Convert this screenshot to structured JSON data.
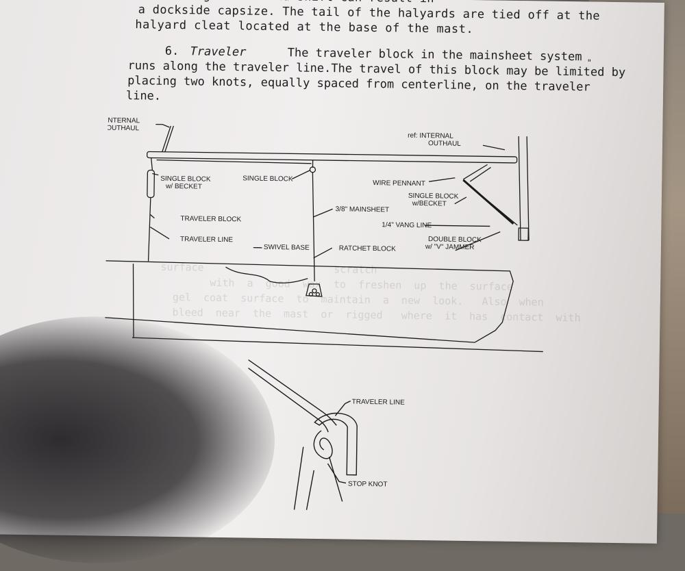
{
  "page": {
    "intro": {
      "line1": "a sudden gust of wind shift can result in",
      "line2": "a dockside capsize. The tail of the halyards are tied off at the",
      "line3": "halyard cleat located at the base of the mast."
    },
    "section": {
      "number": "6.",
      "title": "Traveler",
      "line1": "The traveler block in the mainsheet system",
      "line2": "runs along the traveler line.The travel of this block may be limited by",
      "line3": "placing two knots, equally spaced from centerline, on the traveler",
      "line4": "line."
    },
    "margin_mark": "\""
  },
  "diagram": {
    "labels": {
      "ref_internal_outhaul_left_1": "ref: INTERNAL",
      "ref_internal_outhaul_left_2": "OUTHAUL",
      "ref_internal_outhaul_right_1": "ref: INTERNAL",
      "ref_internal_outhaul_right_2": "OUTHAUL",
      "single_block_becket_1": "SINGLE BLOCK",
      "single_block_becket_2": "w/ BECKET",
      "single_block": "SINGLE BLOCK",
      "wire_pennant": "WIRE PENNANT",
      "single_block_becket_right_1": "SINGLE BLOCK",
      "single_block_becket_right_2": "w/BECKET",
      "mainsheet": "3/8\" MAINSHEET",
      "traveler_block": "TRAVELER BLOCK",
      "vang_line": "1/4\" VANG LINE",
      "double_block_1": "DOUBLE BLOCK",
      "double_block_2": "w/ \"V\" JAMMER",
      "traveler_line": "TRAVELER LINE",
      "swivel_base": "SWIVEL BASE",
      "ratchet_block": "RATCHET BLOCK"
    }
  },
  "detail": {
    "labels": {
      "traveler_line": "TRAVELER LINE",
      "stop_knot": "STOP KNOT"
    }
  }
}
